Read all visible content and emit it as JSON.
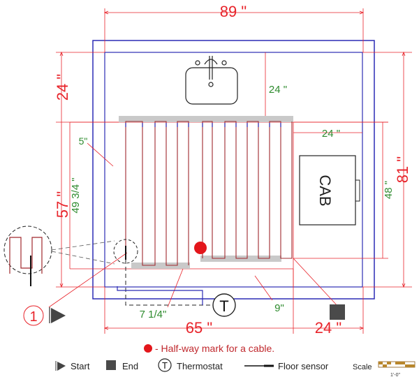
{
  "dimensions": {
    "top_width": "89 \"",
    "left_top": "24 \"",
    "left_bottom": "57 \"",
    "right_total": "81 \"",
    "bottom_heated": "65 \"",
    "bottom_right": "24 \""
  },
  "inner_labels": {
    "sink_depth": "24 \"",
    "cab_width": "24 \"",
    "cab_depth": "48 \"",
    "heated_height": "49 3/4 \"",
    "edge_offset": "5\"",
    "sensor_length": "7 1/4\"",
    "cable_tail": "9\""
  },
  "cabinet_label": "CAB",
  "start_number": "1",
  "thermostat_symbol": "T",
  "halfway_note": "- Half-way mark for a cable.",
  "legend": {
    "start": "Start",
    "end": "End",
    "thermostat": "Thermostat",
    "thermostat_symbol": "T",
    "floor_sensor": "Floor sensor",
    "scale": "Scale",
    "scale_value": "1'-0\""
  },
  "colors": {
    "wall": "#2b2bb5",
    "dimension": "#e8232a",
    "inner_dimension": "#2e8b2e",
    "cable": "#a0282d",
    "strip": "#c9c9c9",
    "halfway_mark": "#e3161b"
  }
}
